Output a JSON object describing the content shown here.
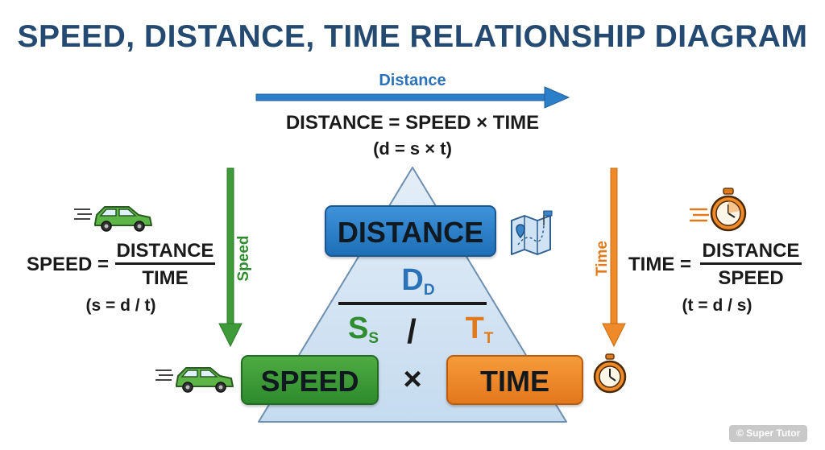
{
  "title": "SPEED, DISTANCE, TIME RELATIONSHIP DIAGRAM",
  "top": {
    "arrow_label": "Distance",
    "formula": "DISTANCE = SPEED × TIME",
    "formula_sub": "(d = s × t)"
  },
  "left": {
    "arrow_label": "Speed",
    "lhs": "SPEED =",
    "numerator": "DISTANCE",
    "denominator": "TIME",
    "sub": "(s = d / t)"
  },
  "right": {
    "arrow_label": "Time",
    "lhs": "TIME =",
    "numerator": "DISTANCE",
    "denominator": "SPEED",
    "sub": "(t = d / s)"
  },
  "triangle": {
    "top_box": "DISTANCE",
    "left_box": "SPEED",
    "right_box": "TIME",
    "d_letter": "D",
    "d_sub": "D",
    "s_letter": "S",
    "s_sub": "S",
    "t_letter": "T",
    "t_sub": "T",
    "slash": "/",
    "times": "×"
  },
  "watermark": "© Super Tutor",
  "colors": {
    "title": "#244a72",
    "distance": "#2b72b8",
    "speed": "#2f8c2f",
    "time": "#e07a1c",
    "triangle_fill": "#d5e6f5"
  },
  "icons": [
    "car-icon",
    "map-icon",
    "stopwatch-icon"
  ]
}
